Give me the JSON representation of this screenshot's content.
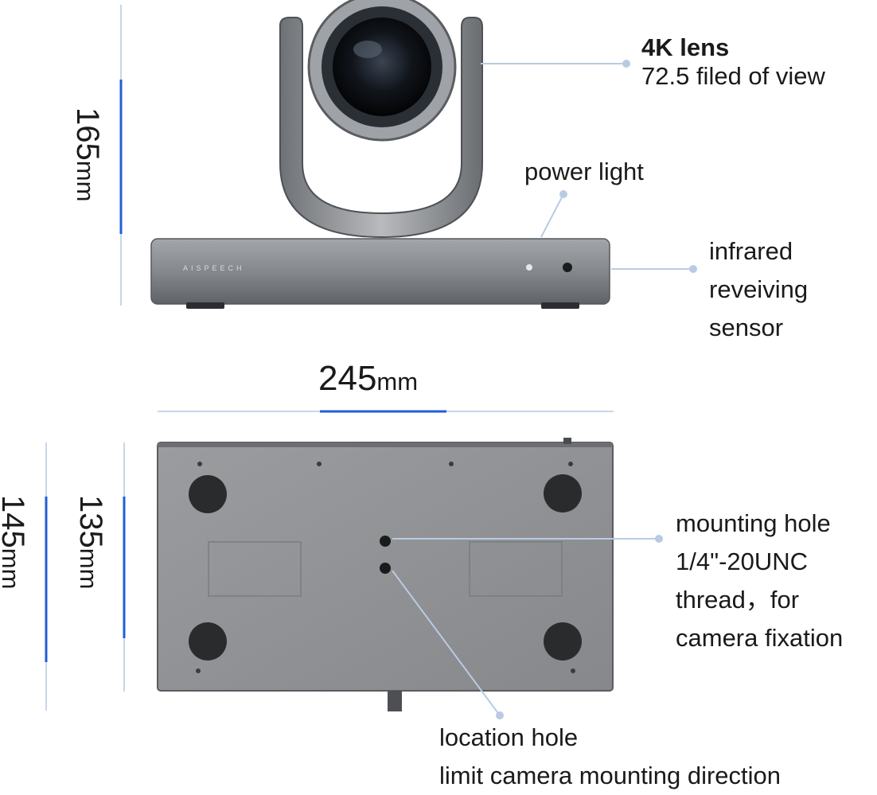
{
  "dimensions": {
    "height": {
      "value": "165",
      "unit": "mm"
    },
    "width": {
      "value": "245",
      "unit": "mm"
    },
    "depth_outer": {
      "value": "145",
      "unit": "mm"
    },
    "depth_inner": {
      "value": "135",
      "unit": "mm"
    }
  },
  "callouts": {
    "lens": {
      "title": "4K lens",
      "detail": "72.5 filed of view"
    },
    "power_light": {
      "text": "power light"
    },
    "infrared": {
      "line1": "infrared",
      "line2": "reveiving",
      "line3": "sensor"
    },
    "mounting_hole": {
      "line1": "mounting hole",
      "line2": "1/4\"-20UNC",
      "line3": "thread，for",
      "line4": "camera fixation"
    },
    "location_hole": {
      "line1": "location hole",
      "line2": "limit camera mounting direction"
    }
  },
  "brand_mark": "AISPEECH",
  "colors": {
    "accent": "#1f5fd6",
    "dim_line": "#c8d6ea",
    "leader": "#b9cbe2",
    "body_gray": "#7b7d80",
    "plate_gray": "#8e9093"
  }
}
